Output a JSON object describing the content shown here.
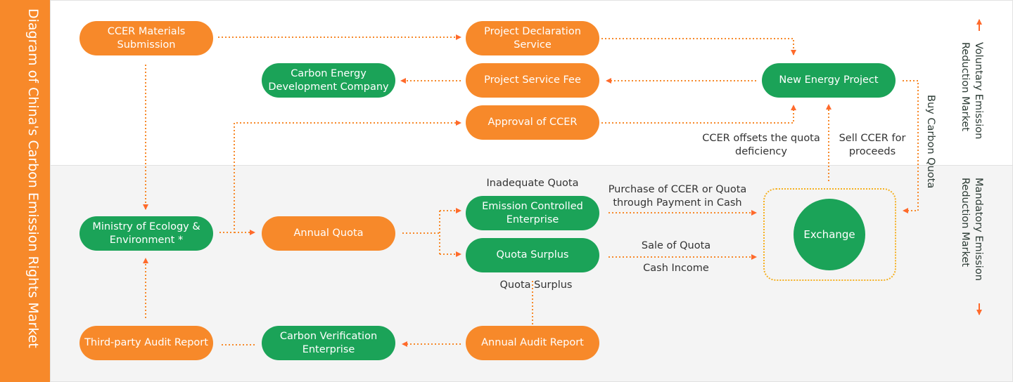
{
  "title": "Diagram of China's Carbon Emission Rights Market",
  "colors": {
    "orange": "#f7892a",
    "green": "#1ba358",
    "arrow": "#ff6a2b"
  },
  "regions": {
    "top": "Voluntary Emission Reduction Market",
    "bottom": "Mandatory Emission Reduction Market"
  },
  "nodes": {
    "ccer_materials": "CCER Materials Submission",
    "project_declaration": "Project Declaration Service",
    "carbon_energy_dev": "Carbon Energy Development Company",
    "project_service_fee": "Project Service Fee",
    "new_energy_project": "New Energy Project",
    "approval_ccer": "Approval of CCER",
    "ministry": "Ministry of Ecology & Environment *",
    "annual_quota": "Annual Quota",
    "emission_controlled": "Emission Controlled Enterprise",
    "quota_surplus": "Quota Surplus",
    "exchange": "Exchange",
    "third_party_audit": "Third-party Audit Report",
    "carbon_verification": "Carbon Verification Enterprise",
    "annual_audit": "Annual Audit Report"
  },
  "labels": {
    "inadequate_quota": "Inadequate Quota",
    "purchase_1": "Purchase of CCER or Quota",
    "purchase_2": "through Payment in Cash",
    "sale_of_quota": "Sale of Quota",
    "cash_income": "Cash Income",
    "quota_surplus_label": "Quota Surplus",
    "ccer_offsets_1": "CCER offsets the quota",
    "ccer_offsets_2": "deficiency",
    "sell_ccer_1": "Sell CCER for",
    "sell_ccer_2": "proceeds",
    "buy_carbon_quota": "Buy Carbon Quota"
  }
}
